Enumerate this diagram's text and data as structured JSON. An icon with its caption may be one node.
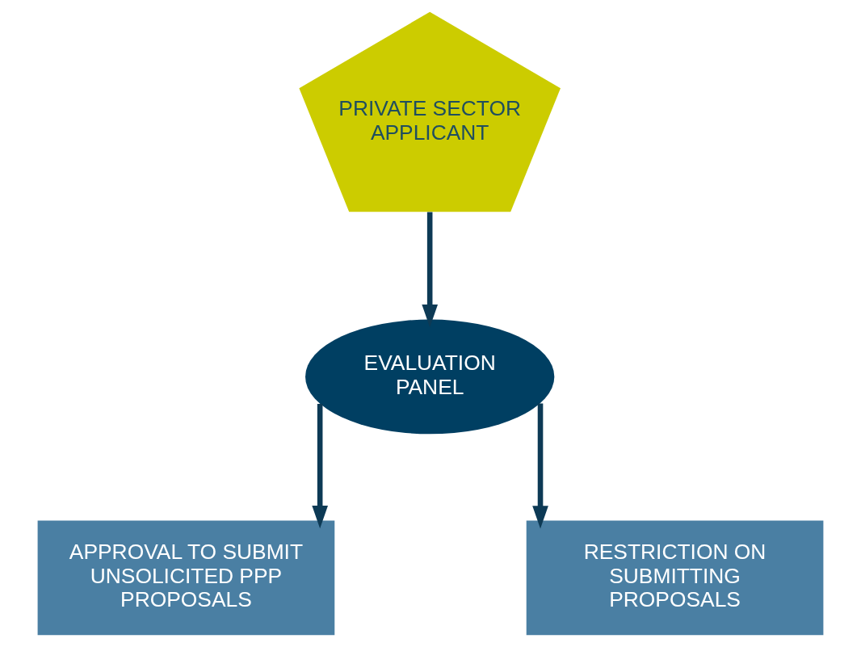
{
  "diagram": {
    "nodes": [
      {
        "text": [
          "PRIVATE SECTOR APPLICANT"
        ]
      },
      {
        "text": [
          "EVALUATION PANEL"
        ]
      },
      {
        "text": [
          "APPROVAL TO SUBMIT UNSOLICITED PPP PROPOSALS"
        ]
      },
      {
        "text": [
          "RESTRICTION ON SUBMITTING PROPOSALS"
        ]
      }
    ],
    "edges": [
      {
        "from": 0,
        "to": 1,
        "arrow": "to"
      },
      {
        "from": 1,
        "to": 2,
        "arrow": "to"
      },
      {
        "from": 1,
        "to": 3,
        "arrow": "to"
      }
    ]
  }
}
